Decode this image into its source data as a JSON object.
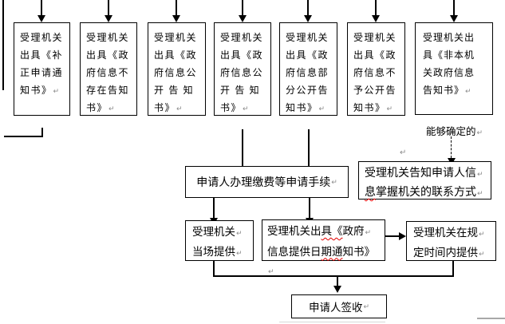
{
  "meta": {
    "pmark": "↵",
    "line_color": "#000000",
    "spellcheck_color": "#e00000"
  },
  "top_boxes": [
    {
      "name": "correction-notice",
      "lines": [
        "受理机关",
        "出具《补",
        "正申请通",
        "知书》"
      ]
    },
    {
      "name": "info-not-exist-notice",
      "lines": [
        "受理机关",
        "出具《政",
        "府信息不",
        "存在告知",
        "书》"
      ]
    },
    {
      "name": "disclosure-notice-a",
      "lines": [
        "受理机关",
        "出具《政",
        "府信息公",
        "开 告 知",
        "书》"
      ]
    },
    {
      "name": "disclosure-notice-b",
      "lines": [
        "受理机关",
        "出具《政",
        "府信息公",
        "开 告 知",
        "书》"
      ]
    },
    {
      "name": "partial-disclosure",
      "lines": [
        "受理机关",
        "出具《政",
        "府信息部",
        "分公开告",
        "知书》"
      ]
    },
    {
      "name": "non-disclosure",
      "lines": [
        "受理机关",
        "出具《政",
        "府信息不",
        "予公开告",
        "知书》"
      ]
    },
    {
      "name": "not-this-agency",
      "lines": [
        "受理机关出",
        "具《非本机",
        "关政府信息",
        "告知书》"
      ]
    }
  ],
  "labels": {
    "can_determine": "能够确定的"
  },
  "apply_box": {
    "text": "申请人办理缴费等申请手续"
  },
  "contact_box": {
    "line1": "受理机关告知申请人信",
    "line2_wavy": "息",
    "line2_rest": "掌握机关的联系方式"
  },
  "onsite_box": {
    "line1": "受理机关",
    "line2": "当场提供"
  },
  "date_box": {
    "l1_pre": "受理机关出",
    "l1_wavy": "具《",
    "l1_post": "政府",
    "l2_pre": "信息提供日",
    "l2_wavy": "期通",
    "l2_post": "知书》"
  },
  "timed_box": {
    "line1": "受理机关在规",
    "line2": "定时间内提供"
  },
  "sign_box": {
    "text": "申请人签收"
  }
}
